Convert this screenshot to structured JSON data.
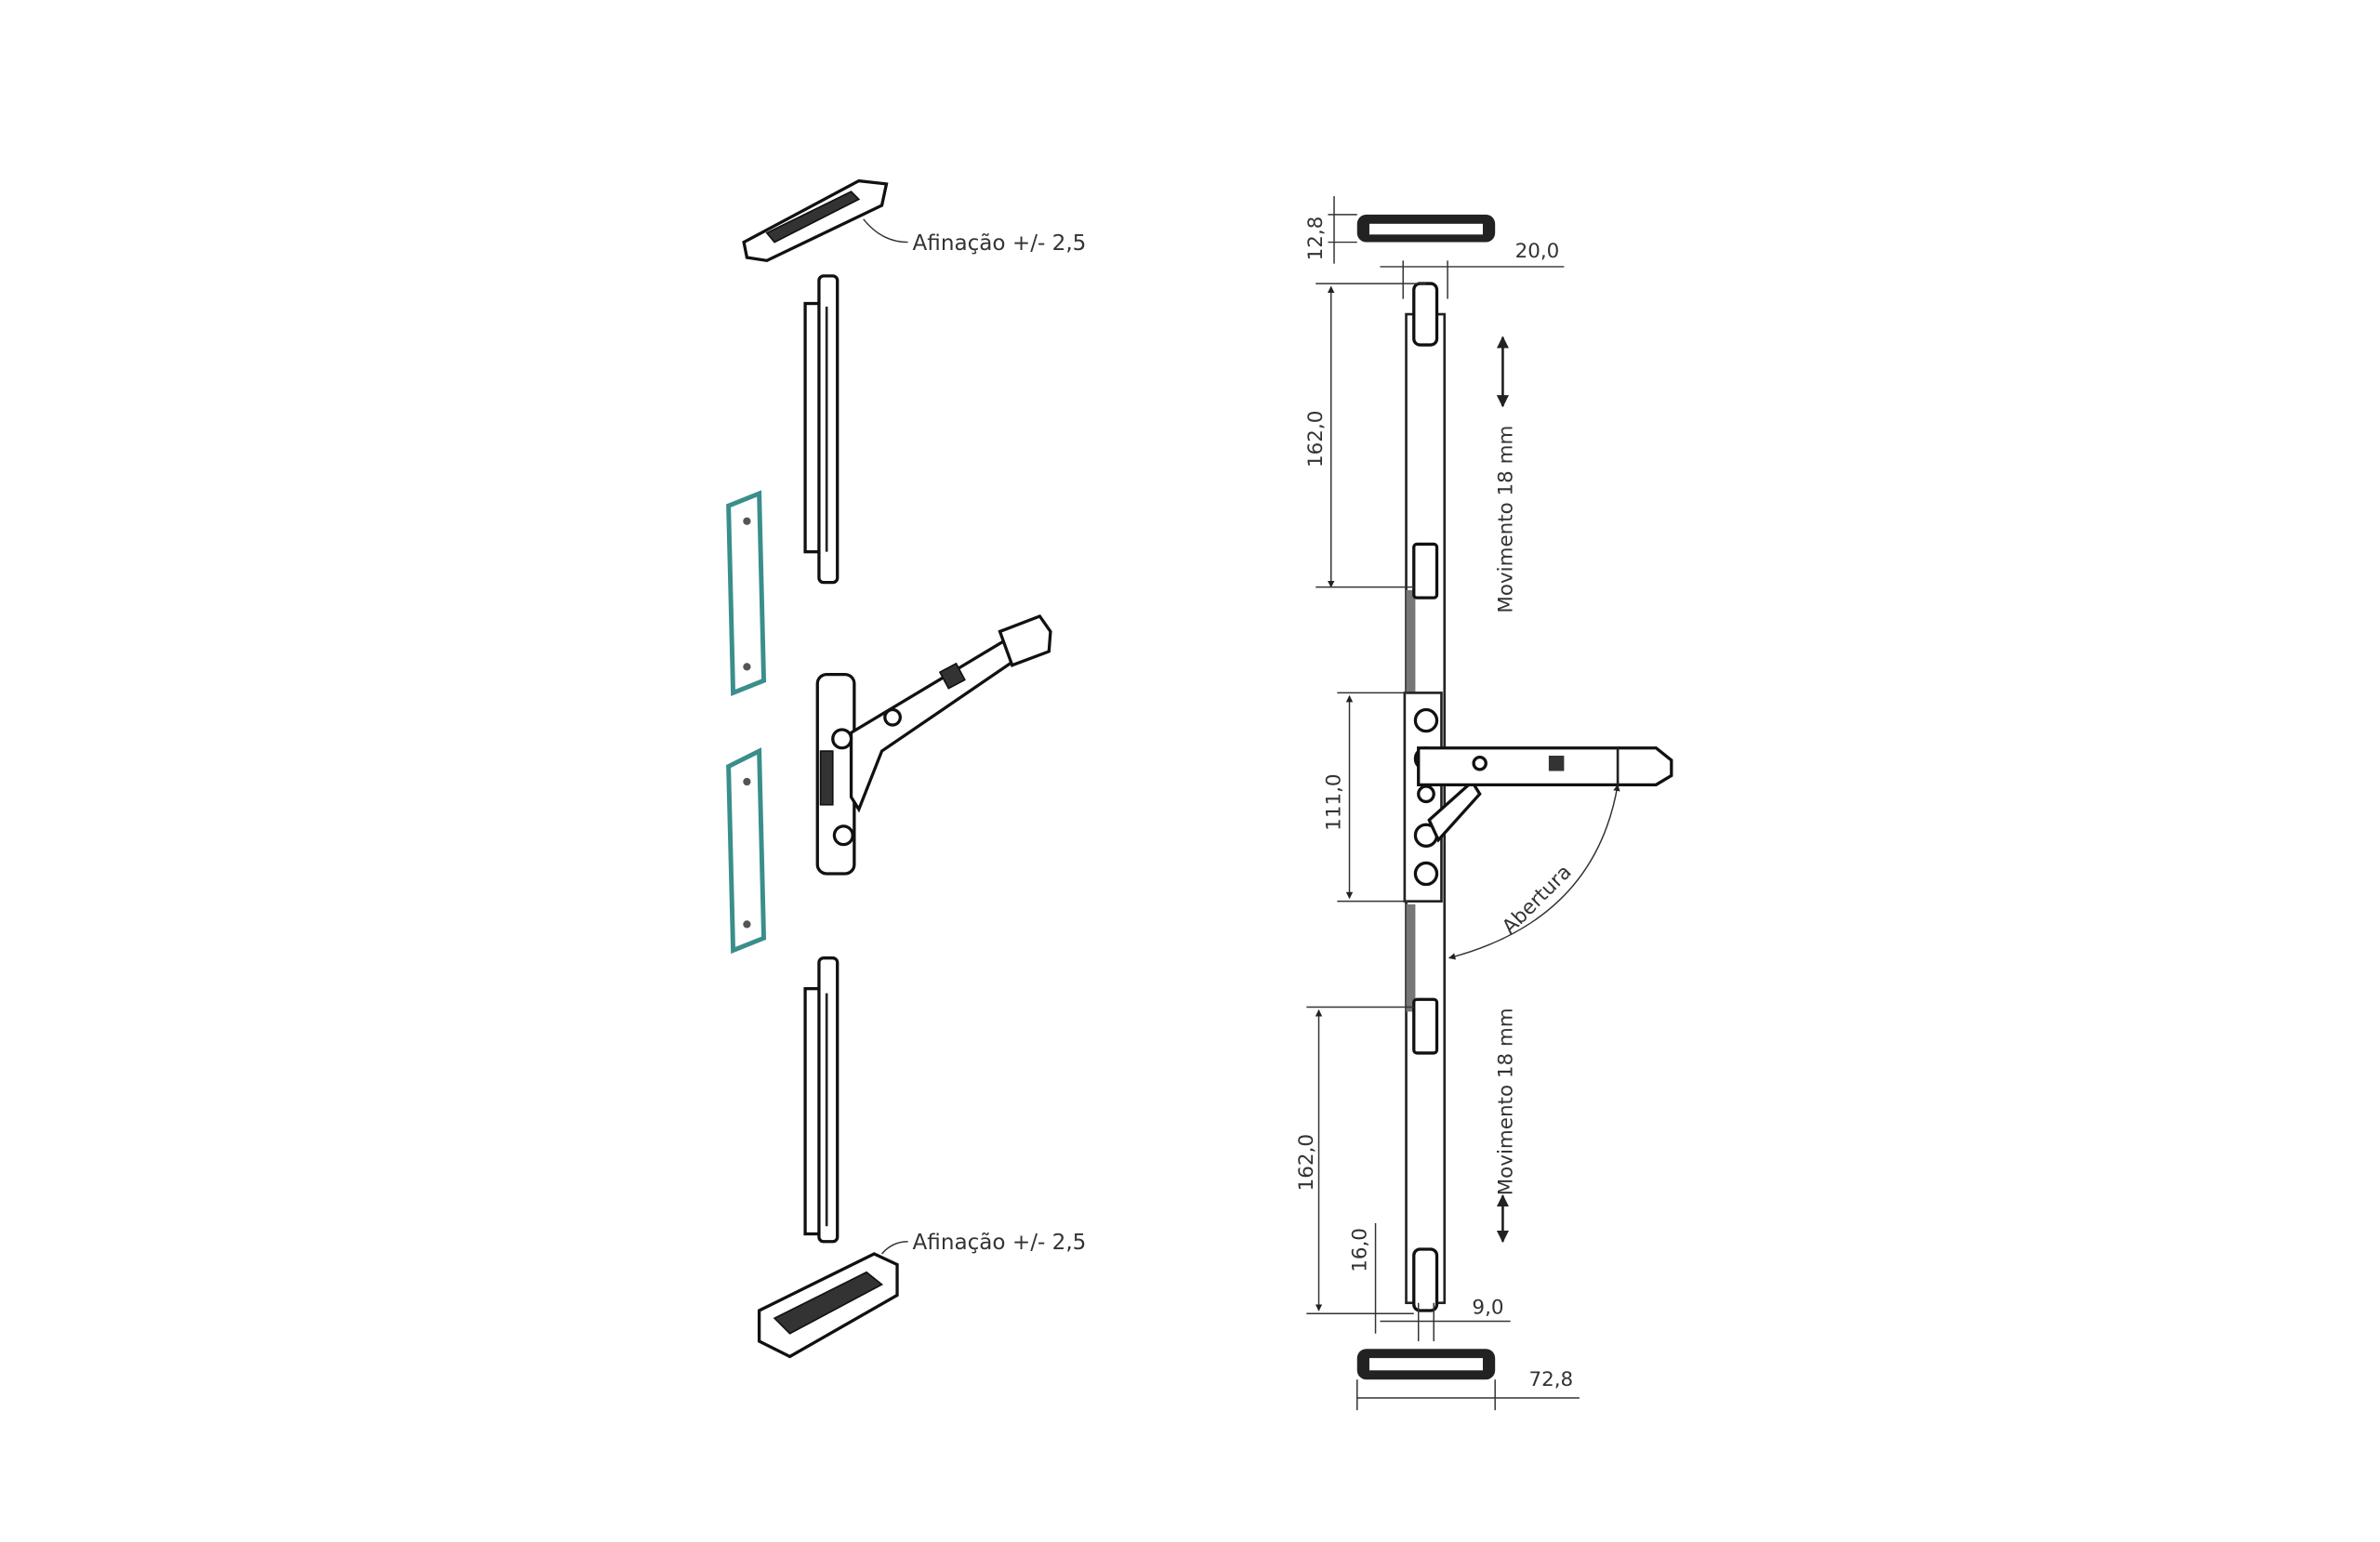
{
  "exploded_view": {
    "top_label": "Afinação +/- 2,5",
    "bottom_label": "Afinação +/- 2,5"
  },
  "side_view": {
    "dim_keeper_height": "12,8",
    "dim_rod_width": "20,0",
    "dim_upper_rod": "162,0",
    "movement_upper": "Movimento 18 mm",
    "dim_hinge": "111,0",
    "opening_label": "Abertura",
    "dim_lower_rod": "162,0",
    "movement_lower": "Movimento 18 mm",
    "dim_end": "16,0",
    "dim_pin": "9,0",
    "dim_keeper_width": "72,8"
  },
  "colors": {
    "accent_teal": "#3a8e8c",
    "line": "#222222"
  }
}
